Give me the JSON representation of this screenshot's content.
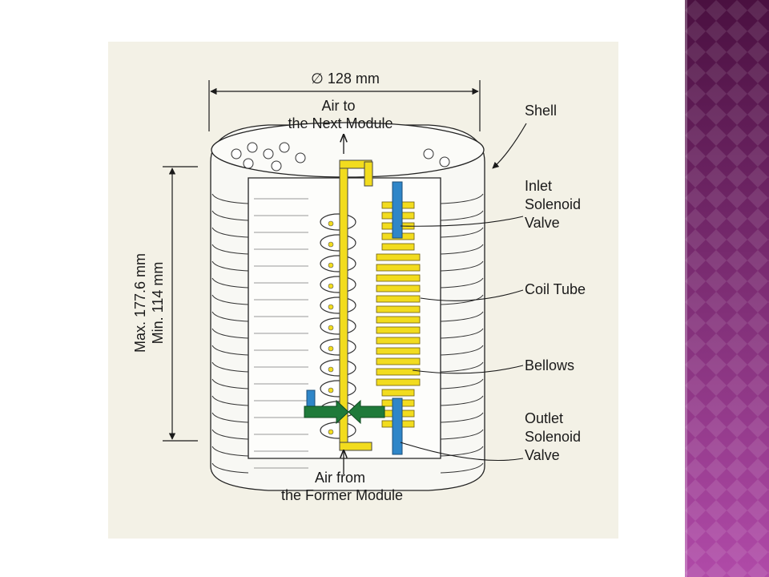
{
  "colors": {
    "figure_background": "#f3f1e6",
    "side_band_dark": "#4a1040",
    "side_band_light": "#b04aa8",
    "yellow_parts": "#f2dc1e",
    "blue_parts": "#2f86c8",
    "green_arrows": "#1f7a3a"
  },
  "diagram": {
    "dimensions": {
      "diameter": "∅ 128 mm",
      "height_max": "Max. 177.6 mm",
      "height_min": "Min. 114 mm"
    },
    "flow": {
      "top": [
        "Air to",
        "the Next Module"
      ],
      "bottom": [
        "Air from",
        "the Former Module"
      ]
    },
    "labels": {
      "shell": [
        "Shell"
      ],
      "inlet": [
        "Inlet",
        "Solenoid",
        "Valve"
      ],
      "coil": [
        "Coil Tube"
      ],
      "bellows": [
        "Bellows"
      ],
      "outlet": [
        "Outlet",
        "Solenoid",
        "Valve"
      ]
    }
  }
}
